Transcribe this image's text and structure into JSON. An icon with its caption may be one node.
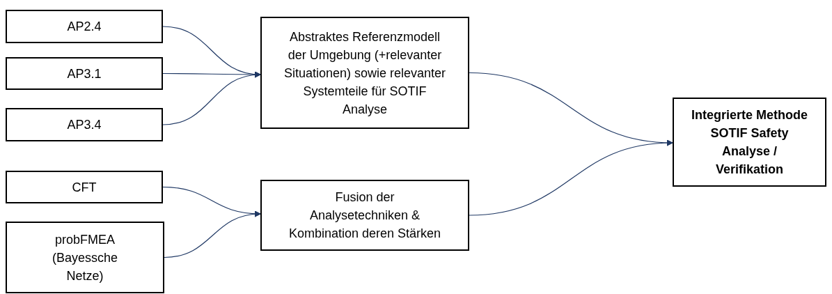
{
  "diagram": {
    "nodes": [
      {
        "text": [
          "AP2.4"
        ]
      },
      {
        "text": [
          "AP3.1"
        ]
      },
      {
        "text": [
          "AP3.4"
        ]
      },
      {
        "text": [
          "CFT"
        ]
      },
      {
        "text": [
          "probFMEA (Bayessche Netze)"
        ]
      },
      {
        "text": [
          "Abstraktes Referenzmodell der Umgebung (+relevanter Situationen) sowie relevanter Systemteile für SOTIF Analyse"
        ]
      },
      {
        "text": [
          "Fusion der Analysetechniken & Kombination deren Stärken"
        ]
      },
      {
        "text": [
          "Integrierte Methode SOTIF Safety Analyse / Verifikation"
        ]
      }
    ],
    "edges": [
      {
        "from": 0,
        "to": 5,
        "arrow": "to"
      },
      {
        "from": 1,
        "to": 5,
        "arrow": "to"
      },
      {
        "from": 2,
        "to": 5,
        "arrow": "to"
      },
      {
        "from": 3,
        "to": 6,
        "arrow": "to"
      },
      {
        "from": 4,
        "to": 6,
        "arrow": "to"
      },
      {
        "from": 5,
        "to": 7,
        "arrow": "to"
      },
      {
        "from": 6,
        "to": 7,
        "arrow": "to"
      }
    ]
  }
}
